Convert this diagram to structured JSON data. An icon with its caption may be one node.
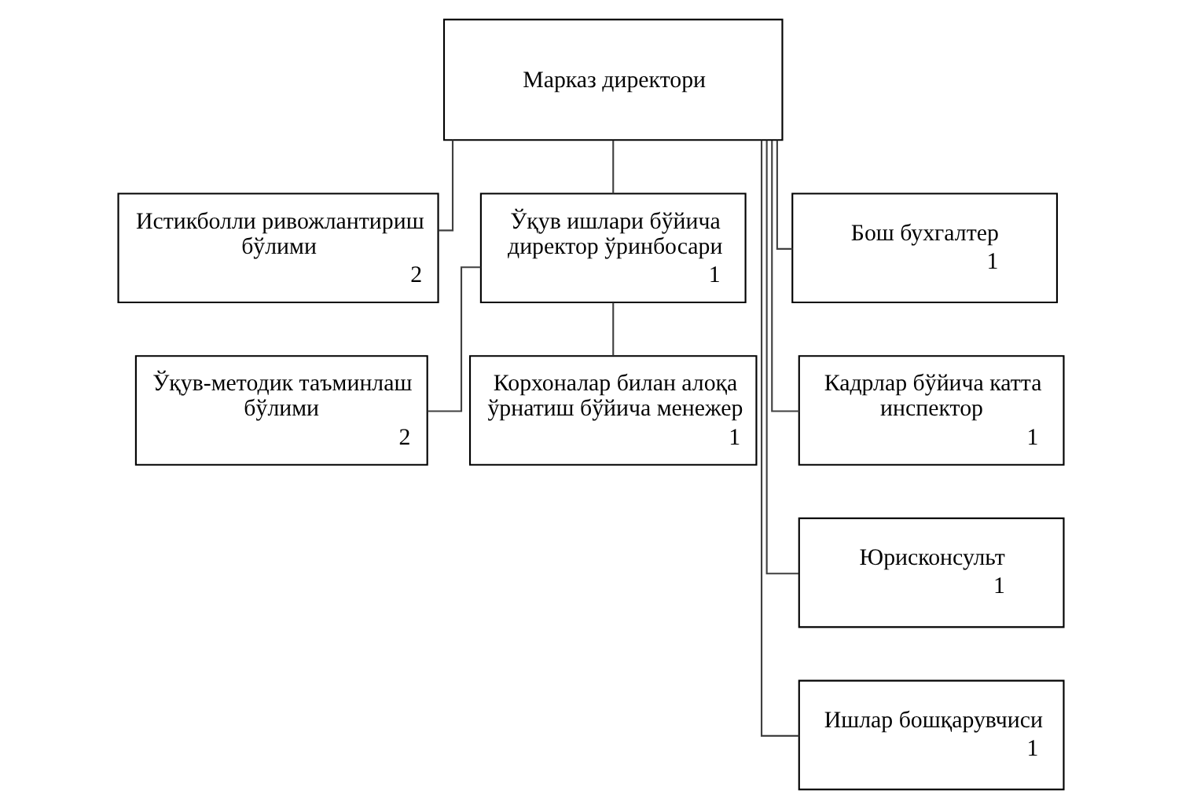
{
  "diagram": {
    "nodes": [
      {
        "text": [
          "Марказ директори"
        ]
      },
      {
        "text": [
          "Истикболли ривожлантириш бўлими",
          "2"
        ]
      },
      {
        "text": [
          "Ўқув ишлари бўйича директор ўринбосари",
          "1"
        ]
      },
      {
        "text": [
          "Бош бухгалтер",
          "1"
        ]
      },
      {
        "text": [
          "Ўқув-методик таъминлаш бўлими",
          "2"
        ]
      },
      {
        "text": [
          "Корхоналар билан алоқа ўрнатиш бўйича менежер",
          "1"
        ]
      },
      {
        "text": [
          "Кадрлар бўйича катта инспектор",
          "1"
        ]
      },
      {
        "text": [
          "Юрисконсульт",
          "1"
        ]
      },
      {
        "text": [
          "Ишлар бошқарувчиси",
          "1"
        ]
      }
    ],
    "edges": [
      {
        "from": 0,
        "to": 1,
        "arrow": "none"
      },
      {
        "from": 0,
        "to": 2,
        "arrow": "none"
      },
      {
        "from": 0,
        "to": 3,
        "arrow": "none"
      },
      {
        "from": 0,
        "to": 6,
        "arrow": "none"
      },
      {
        "from": 0,
        "to": 7,
        "arrow": "none"
      },
      {
        "from": 0,
        "to": 8,
        "arrow": "none"
      },
      {
        "from": 2,
        "to": 4,
        "arrow": "none"
      },
      {
        "from": 2,
        "to": 5,
        "arrow": "none"
      }
    ]
  }
}
